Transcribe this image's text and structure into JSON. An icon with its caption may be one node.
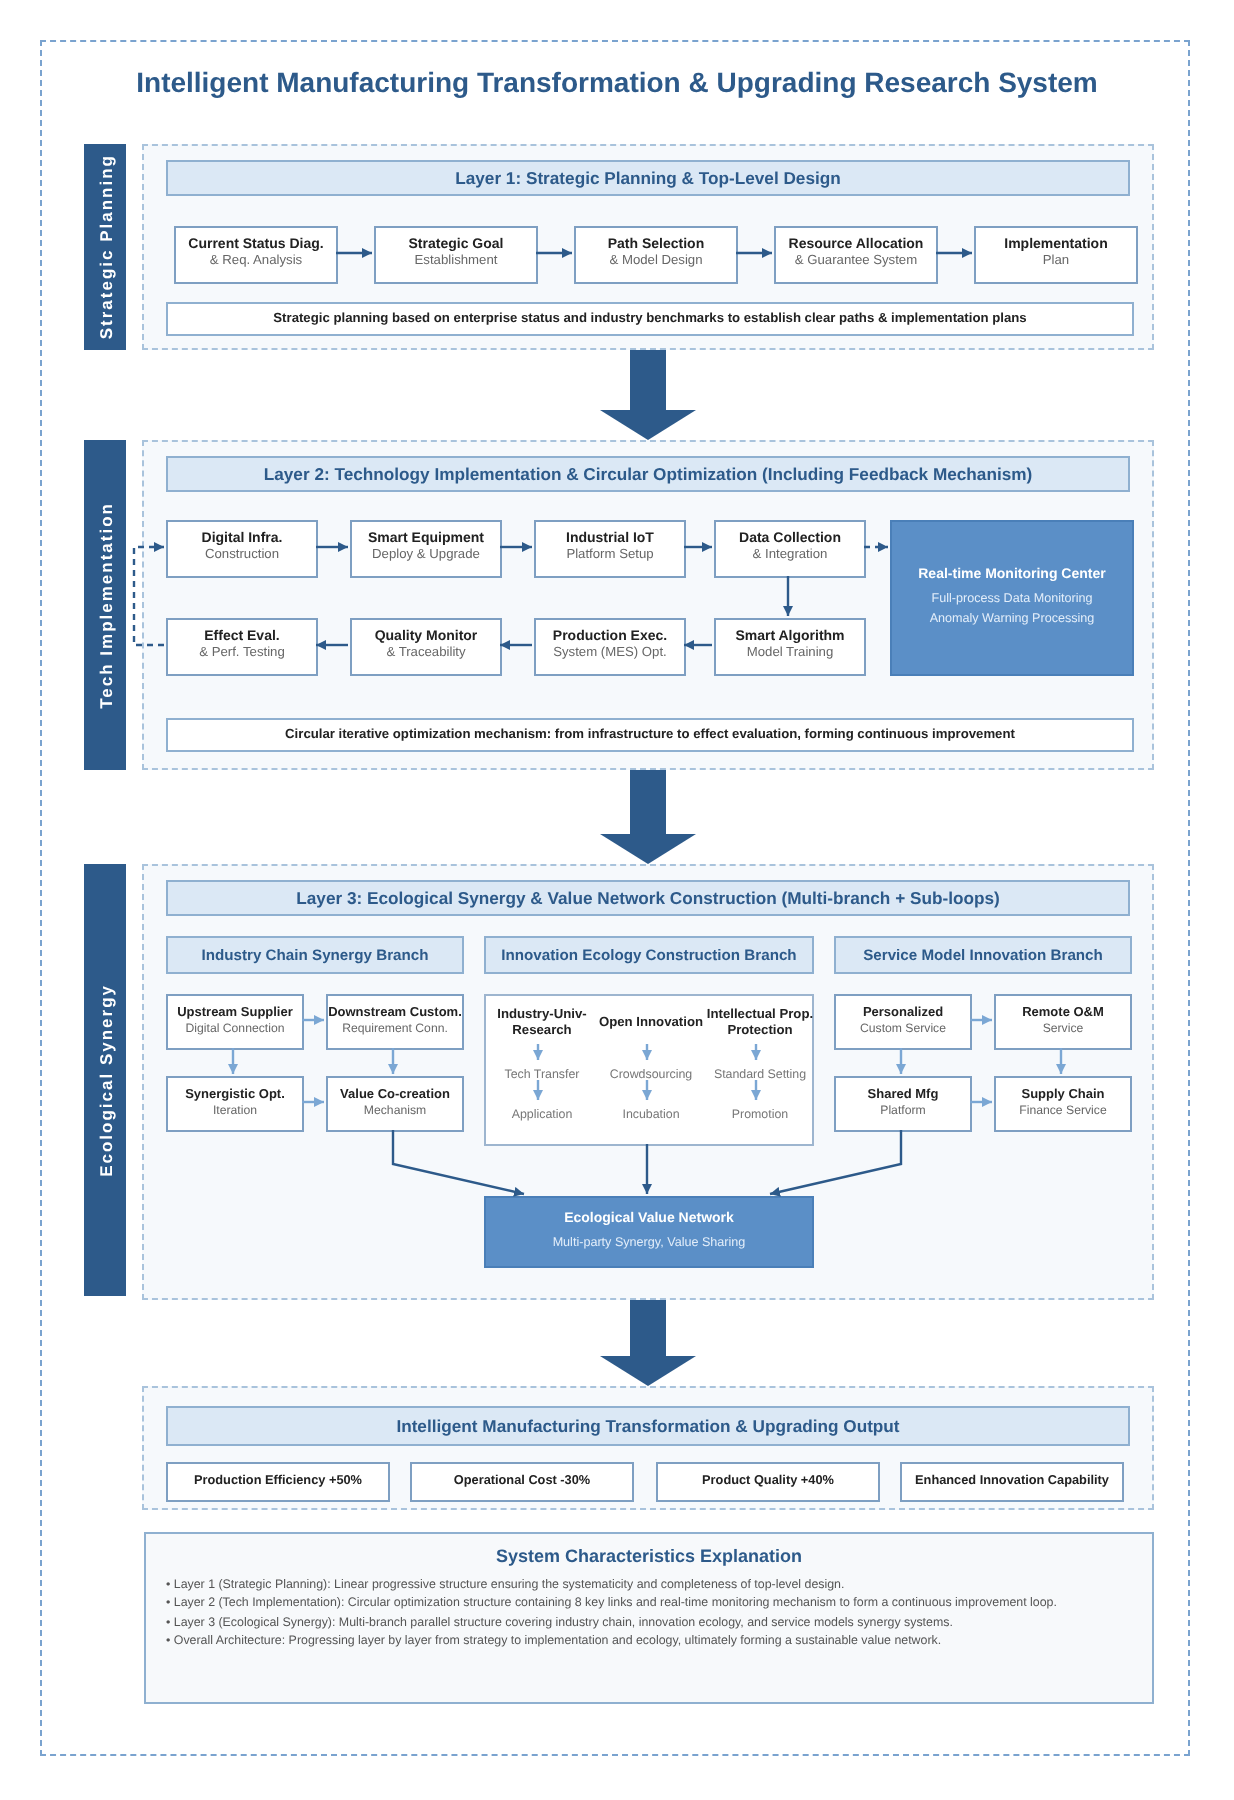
{
  "diagram": {
    "title": "Intelligent Manufacturing Transformation & Upgrading Research System",
    "nodes": [
      {
        "text": [
          "Strategic Planning"
        ]
      },
      {
        "text": [
          "Layer 1: Strategic Planning & Top-Level Design"
        ]
      },
      {
        "text": [
          "Current Status Diag.",
          "& Req. Analysis"
        ],
        "in": 1
      },
      {
        "text": [
          "Strategic Goal",
          "Establishment"
        ],
        "in": 1
      },
      {
        "text": [
          "Path Selection",
          "& Model Design"
        ],
        "in": 1
      },
      {
        "text": [
          "Resource Allocation",
          "& Guarantee System"
        ],
        "in": 1
      },
      {
        "text": [
          "Implementation",
          "Plan"
        ],
        "in": 1
      },
      {
        "text": [
          "Strategic planning based on enterprise status and industry benchmarks to establish clear paths & implementation plans"
        ],
        "in": 1
      },
      {
        "text": [
          "Tech Implementation"
        ]
      },
      {
        "text": [
          "Layer 2: Technology Implementation & Circular Optimization (Including Feedback Mechanism)"
        ]
      },
      {
        "text": [
          "Digital Infra.",
          "Construction"
        ],
        "in": 9
      },
      {
        "text": [
          "Smart Equipment",
          "Deploy & Upgrade"
        ],
        "in": 9
      },
      {
        "text": [
          "Industrial IoT",
          "Platform Setup"
        ],
        "in": 9
      },
      {
        "text": [
          "Data Collection",
          "& Integration"
        ],
        "in": 9
      },
      {
        "text": [
          "Real-time Monitoring Center",
          "Full-process Data Monitoring",
          "Anomaly Warning Processing"
        ],
        "in": 9
      },
      {
        "text": [
          "Smart Algorithm",
          "Model Training"
        ],
        "in": 9
      },
      {
        "text": [
          "Production Exec.",
          "System (MES) Opt."
        ],
        "in": 9
      },
      {
        "text": [
          "Quality Monitor",
          "& Traceability"
        ],
        "in": 9
      },
      {
        "text": [
          "Effect Eval.",
          "& Perf. Testing"
        ],
        "in": 9
      },
      {
        "text": [
          "Circular iterative optimization mechanism: from infrastructure to effect evaluation, forming continuous improvement"
        ],
        "in": 9
      },
      {
        "text": [
          "Ecological Synergy"
        ]
      },
      {
        "text": [
          "Layer 3: Ecological Synergy & Value Network Construction (Multi-branch + Sub-loops)"
        ]
      },
      {
        "text": [
          "Industry Chain Synergy Branch"
        ],
        "in": 21
      },
      {
        "text": [
          "Innovation Ecology Construction Branch"
        ],
        "in": 21
      },
      {
        "text": [
          "Service Model Innovation Branch"
        ],
        "in": 21
      },
      {
        "text": [
          "Upstream Supplier",
          "Digital Connection"
        ],
        "in": 21
      },
      {
        "text": [
          "Downstream Custom.",
          "Requirement Conn."
        ],
        "in": 21
      },
      {
        "text": [
          "Synergistic Opt.",
          "Iteration"
        ],
        "in": 21
      },
      {
        "text": [
          "Value Co-creation",
          "Mechanism"
        ],
        "in": 21
      },
      {
        "text": [],
        "shape": "box",
        "in": 21
      },
      {
        "text": [
          "Industry-Univ-Research"
        ],
        "in": 29
      },
      {
        "text": [
          "Tech Transfer"
        ],
        "in": 29
      },
      {
        "text": [
          "Application"
        ],
        "in": 29
      },
      {
        "text": [
          "Open Innovation"
        ],
        "in": 29
      },
      {
        "text": [
          "Crowdsourcing"
        ],
        "in": 29
      },
      {
        "text": [
          "Incubation"
        ],
        "in": 29
      },
      {
        "text": [
          "Intellectual Prop. Protection"
        ],
        "in": 29
      },
      {
        "text": [
          "Standard Setting"
        ],
        "in": 29
      },
      {
        "text": [
          "Promotion"
        ],
        "in": 29
      },
      {
        "text": [
          "Personalized",
          "Custom Service"
        ],
        "in": 21
      },
      {
        "text": [
          "Remote O&M",
          "Service"
        ],
        "in": 21
      },
      {
        "text": [
          "Shared Mfg",
          "Platform"
        ],
        "in": 21
      },
      {
        "text": [
          "Supply Chain",
          "Finance Service"
        ],
        "in": 21
      },
      {
        "text": [
          "Ecological Value Network",
          "Multi-party Synergy, Value Sharing"
        ],
        "in": 21
      },
      {
        "text": [
          "Intelligent Manufacturing Transformation & Upgrading Output"
        ]
      },
      {
        "text": [
          "Production Efficiency +50%"
        ],
        "in": 44
      },
      {
        "text": [
          "Operational Cost -30%"
        ],
        "in": 44
      },
      {
        "text": [
          "Product Quality +40%"
        ],
        "in": 44
      },
      {
        "text": [
          "Enhanced Innovation Capability"
        ],
        "in": 44
      },
      {
        "text": [
          "System Characteristics Explanation",
          "• Layer 1 (Strategic Planning): Linear progressive structure ensuring the systematicity and completeness of top-level design.",
          "• Layer 2 (Tech Implementation): Circular optimization structure containing 8 key links and real-time monitoring mechanism to form a continuous improvement loop.",
          "• Layer 3 (Ecological Synergy): Multi-branch parallel structure covering industry chain, innovation ecology, and service models synergy systems.",
          "• Overall Architecture: Progressing layer by layer from strategy to implementation and ecology, ultimately forming a sustainable value network."
        ]
      }
    ],
    "edges": [
      {
        "from": 2,
        "to": 3,
        "arrow": "to"
      },
      {
        "from": 3,
        "to": 4,
        "arrow": "to"
      },
      {
        "from": 4,
        "to": 5,
        "arrow": "to"
      },
      {
        "from": 5,
        "to": 6,
        "arrow": "to"
      },
      {
        "from": 1,
        "to": 9,
        "arrow": "to",
        "style": "thick"
      },
      {
        "from": 10,
        "to": 11,
        "arrow": "to"
      },
      {
        "from": 11,
        "to": 12,
        "arrow": "to"
      },
      {
        "from": 12,
        "to": 13,
        "arrow": "to"
      },
      {
        "from": 13,
        "to": 14,
        "arrow": "to",
        "style": "dashed"
      },
      {
        "from": 13,
        "to": 15,
        "arrow": "to"
      },
      {
        "from": 15,
        "to": 16,
        "arrow": "to"
      },
      {
        "from": 16,
        "to": 17,
        "arrow": "to"
      },
      {
        "from": 17,
        "to": 18,
        "arrow": "to"
      },
      {
        "from": 18,
        "to": 10,
        "arrow": "to",
        "style": "dashed"
      },
      {
        "from": 9,
        "to": 21,
        "arrow": "to",
        "style": "thick"
      },
      {
        "from": 25,
        "to": 26,
        "arrow": "to",
        "color": "#7ba7d4"
      },
      {
        "from": 25,
        "to": 27,
        "arrow": "to",
        "color": "#7ba7d4"
      },
      {
        "from": 26,
        "to": 28,
        "arrow": "to",
        "color": "#7ba7d4"
      },
      {
        "from": 27,
        "to": 28,
        "arrow": "to",
        "color": "#7ba7d4"
      },
      {
        "from": 30,
        "to": 31,
        "arrow": "to",
        "color": "#7ba7d4"
      },
      {
        "from": 31,
        "to": 32,
        "arrow": "to",
        "color": "#7ba7d4"
      },
      {
        "from": 33,
        "to": 34,
        "arrow": "to",
        "color": "#7ba7d4"
      },
      {
        "from": 34,
        "to": 35,
        "arrow": "to",
        "color": "#7ba7d4"
      },
      {
        "from": 36,
        "to": 37,
        "arrow": "to",
        "color": "#7ba7d4"
      },
      {
        "from": 37,
        "to": 38,
        "arrow": "to",
        "color": "#7ba7d4"
      },
      {
        "from": 39,
        "to": 40,
        "arrow": "to",
        "color": "#7ba7d4"
      },
      {
        "from": 39,
        "to": 41,
        "arrow": "to",
        "color": "#7ba7d4"
      },
      {
        "from": 40,
        "to": 42,
        "arrow": "to",
        "color": "#7ba7d4"
      },
      {
        "from": 41,
        "to": 42,
        "arrow": "to",
        "color": "#7ba7d4"
      },
      {
        "from": 28,
        "to": 43,
        "arrow": "to"
      },
      {
        "from": 29,
        "to": 43,
        "arrow": "to"
      },
      {
        "from": 41,
        "to": 43,
        "arrow": "to"
      },
      {
        "from": 21,
        "to": 44,
        "arrow": "to",
        "style": "thick"
      }
    ]
  }
}
